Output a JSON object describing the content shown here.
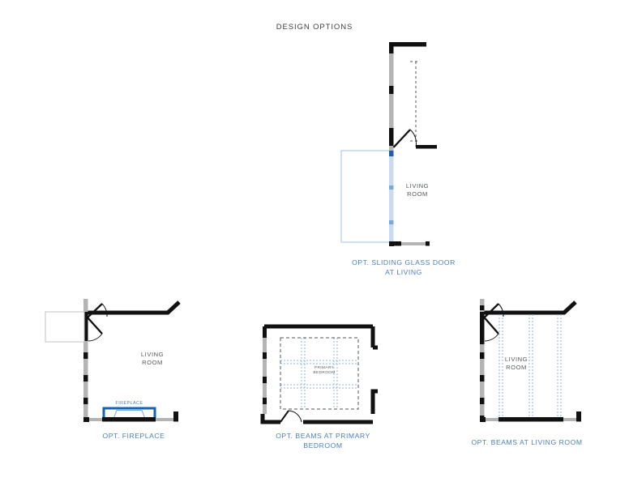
{
  "sheet": {
    "title": "DESIGN OPTIONS",
    "background_color": "#ffffff"
  },
  "colors": {
    "accent_blue": "#4a7ebb",
    "beam_blue": "#8fb4de",
    "glass_blue": "#c8dcf0",
    "fireplace_blue": "#1464b4",
    "wall_black": "#111111",
    "wall_gray": "#b4b4b4",
    "text_gray": "#54585c",
    "dash_dark": "#555555"
  },
  "plans": [
    {
      "id": "sliding-glass-door",
      "caption": "OPT. SLIDING GLASS DOOR\nAT LIVING",
      "room_label": "LIVING\nROOM",
      "elements": {
        "door_swing": "single-door-arc",
        "dashed_outline": "overhead-dashed-line",
        "glass_door": "sliding-glass-door-panel"
      }
    },
    {
      "id": "fireplace",
      "caption": "OPT. FIREPLACE",
      "room_label": "LIVING\nROOM",
      "feature_label": "FIREPLACE",
      "elements": {
        "door_swing_upper": "single-door-arc",
        "door_swing_lower": "single-door-arc",
        "niche": "closet-rectangle",
        "fireplace": "fireplace-hearth-firebox"
      }
    },
    {
      "id": "beams-primary-bedroom",
      "caption": "OPT. BEAMS AT PRIMARY\nBEDROOM",
      "room_label": "PRIMARY\nBEDROOM",
      "elements": {
        "beam_grid": "beam-grid-2x2",
        "dashed_boundary": "ceiling-dashed-boundary",
        "door_swing": "single-door-arc"
      }
    },
    {
      "id": "beams-living-room",
      "caption": "OPT. BEAMS AT LIVING ROOM",
      "room_label": "LIVING\nROOM",
      "elements": {
        "beams": "three-vertical-beams",
        "door_swing_upper": "single-door-arc",
        "door_swing_lower": "single-door-arc"
      }
    }
  ]
}
